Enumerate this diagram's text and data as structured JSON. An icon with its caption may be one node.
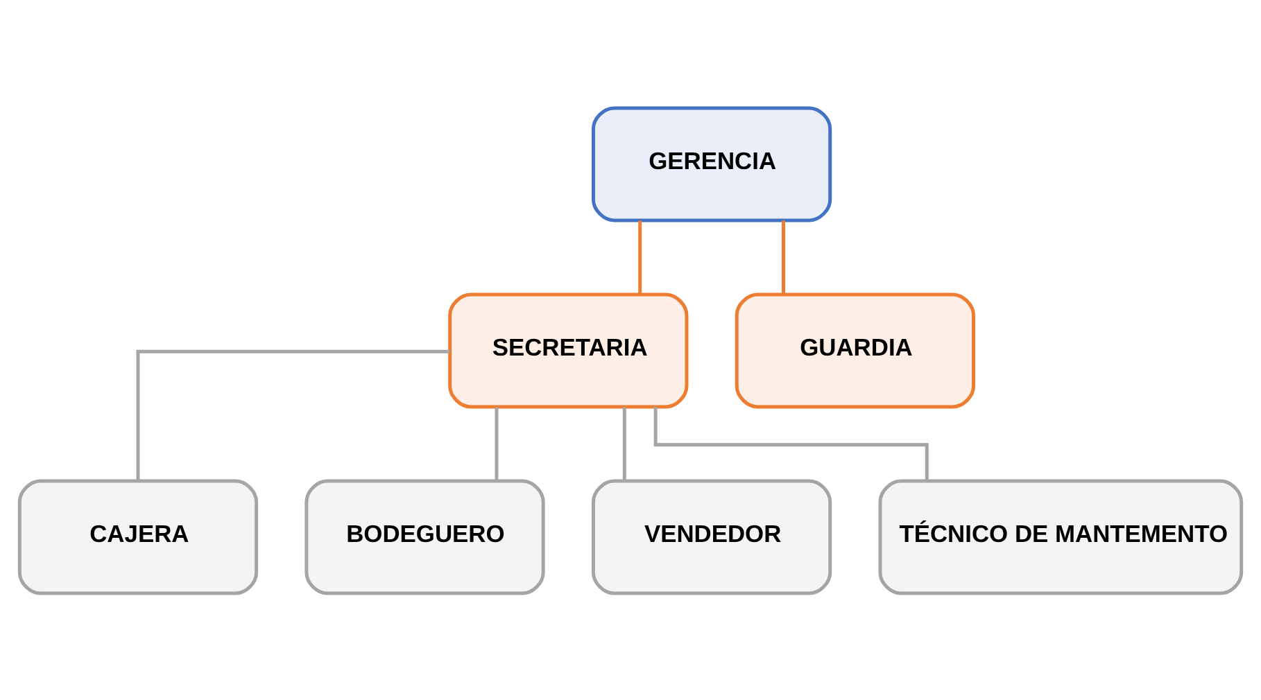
{
  "diagram": {
    "nodes": [
      {
        "text": [
          "GERENCIA"
        ]
      },
      {
        "text": [
          "SECRETARIA"
        ]
      },
      {
        "text": [
          "GUARDIA"
        ]
      },
      {
        "text": [
          "CAJERA"
        ]
      },
      {
        "text": [
          "BODEGUERO"
        ]
      },
      {
        "text": [
          "VENDEDOR"
        ]
      },
      {
        "text": [
          "TÉCNICO DE MANTEMENTO"
        ]
      }
    ],
    "edges": [
      {
        "from": 0,
        "to": 1,
        "arrow": "none",
        "color": "#ed7d31"
      },
      {
        "from": 0,
        "to": 2,
        "arrow": "none",
        "color": "#ed7d31"
      },
      {
        "from": 1,
        "to": 3,
        "arrow": "none"
      },
      {
        "from": 1,
        "to": 4,
        "arrow": "none"
      },
      {
        "from": 1,
        "to": 5,
        "arrow": "none"
      },
      {
        "from": 1,
        "to": 6,
        "arrow": "none"
      }
    ]
  }
}
